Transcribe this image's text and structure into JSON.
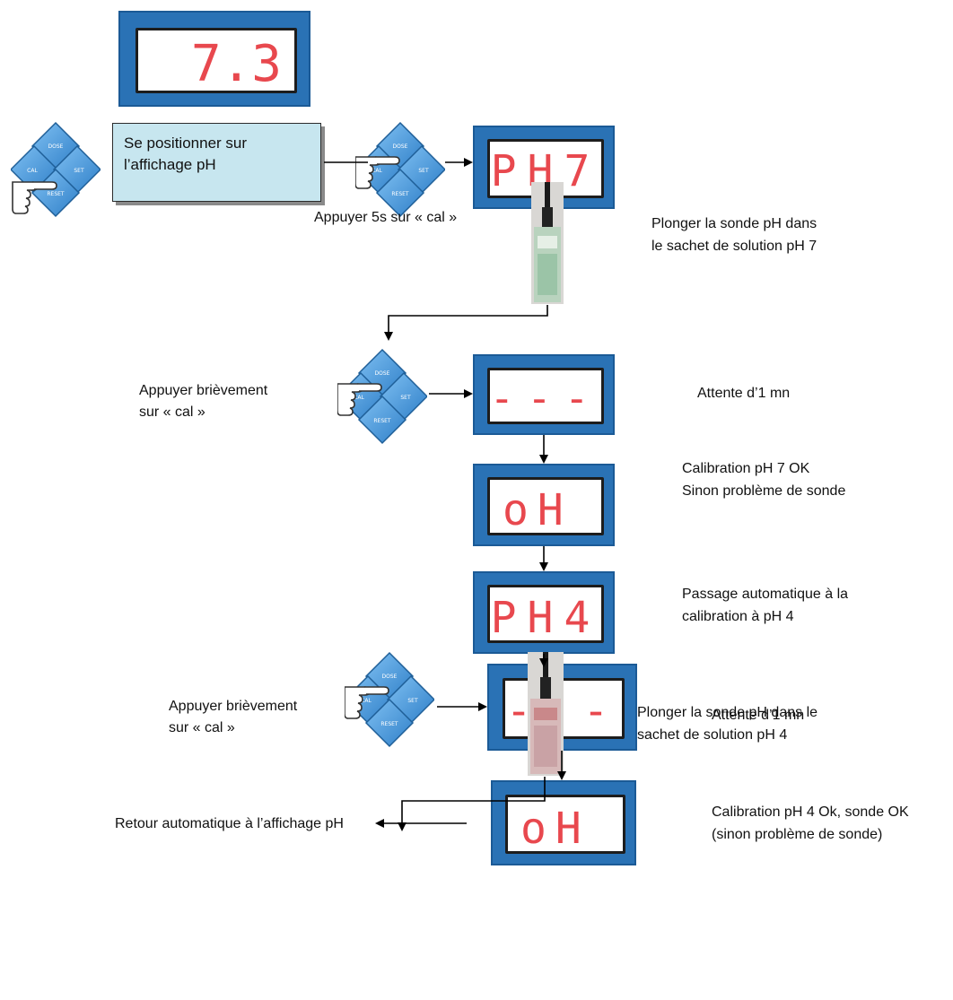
{
  "displays": {
    "initial": "7.3",
    "ph7": "PH7",
    "wait1": "---",
    "ok1": "oH",
    "ph4": "PH4",
    "wait2": "---",
    "ok2": "oH"
  },
  "keypad_labels": {
    "top": "DOSE",
    "left": "CAL",
    "right": "SET",
    "bottom": "RESET"
  },
  "steps": {
    "position": "Se positionner sur\nl’affichage pH",
    "press_5s": "Appuyer 5s sur « cal »",
    "dip_ph7": "Plonger la sonde pH dans\nle sachet de solution pH 7",
    "press_short_1": "Appuyer brièvement\nsur « cal »",
    "wait_1": "Attente d’1 mn",
    "cal7_ok": "Calibration pH 7 OK\nSinon problème de sonde",
    "auto_ph4": "Passage automatique à la\ncalibration à pH 4",
    "dip_ph4": "Plonger la sonde pH dans le\nsachet de solution pH 4",
    "press_short_2": "Appuyer brièvement\nsur « cal »",
    "wait_2": "Attente d’1 mn",
    "auto_return": "Retour automatique à l’affichage pH",
    "cal4_ok": "Calibration pH 4 Ok, sonde OK\n(sinon problème de sonde)"
  },
  "colors": {
    "frame": "#2a72b5",
    "digits": "#e8484e",
    "instruction_box": "#c7e6ef",
    "keypad": "#3a8fd6"
  },
  "icons": [
    "keypad-icon",
    "pointing-hand-icon",
    "probe-photo"
  ]
}
